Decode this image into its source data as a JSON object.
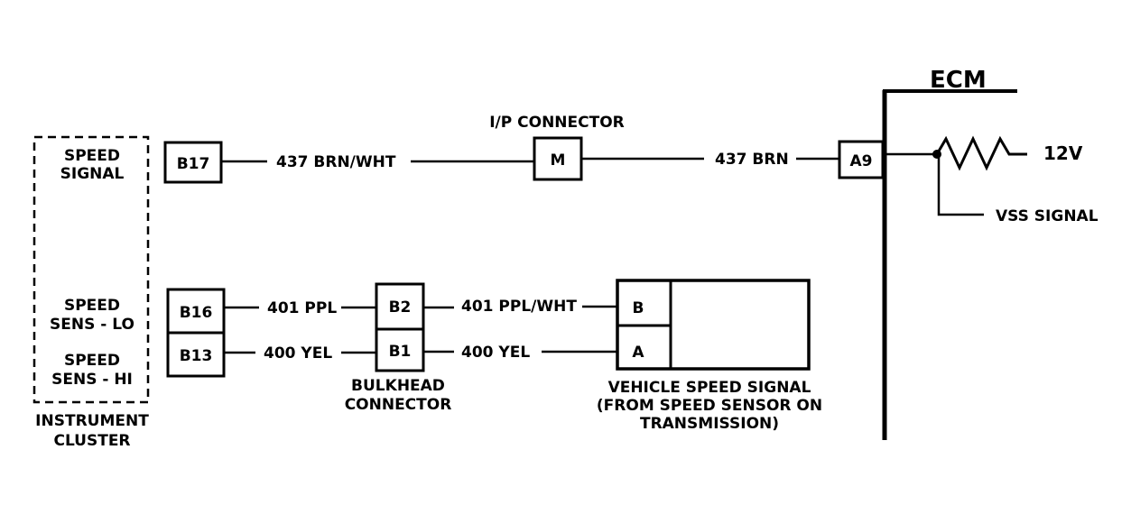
{
  "ecm": {
    "title": "ECM",
    "pin_a9": "A9",
    "supply": "12V",
    "vss_signal": "VSS SIGNAL"
  },
  "instrument_cluster": {
    "label_line1": "INSTRUMENT",
    "label_line2": "CLUSTER",
    "speed_signal_line1": "SPEED",
    "speed_signal_line2": "SIGNAL",
    "sens_lo_line1": "SPEED",
    "sens_lo_line2": "SENS - LO",
    "sens_hi_line1": "SPEED",
    "sens_hi_line2": "SENS - HI",
    "pin_b17": "B17",
    "pin_b16": "B16",
    "pin_b13": "B13"
  },
  "ip_connector": {
    "label": "I/P CONNECTOR",
    "pin": "M"
  },
  "bulkhead_connector": {
    "label_line1": "BULKHEAD",
    "label_line2": "CONNECTOR",
    "pin_b2": "B2",
    "pin_b1": "B1"
  },
  "vehicle_speed_sensor": {
    "pin_b": "B",
    "pin_a": "A",
    "label_line1": "VEHICLE SPEED SIGNAL",
    "label_line2": "(FROM SPEED SENSOR ON",
    "label_line3": "TRANSMISSION)"
  },
  "wires": {
    "w437_brn_wht": "437 BRN/WHT",
    "w437_brn": "437 BRN",
    "w401_ppl": "401 PPL",
    "w401_ppl_wht": "401 PPL/WHT",
    "w400_yel_left": "400 YEL",
    "w400_yel_right": "400 YEL"
  }
}
